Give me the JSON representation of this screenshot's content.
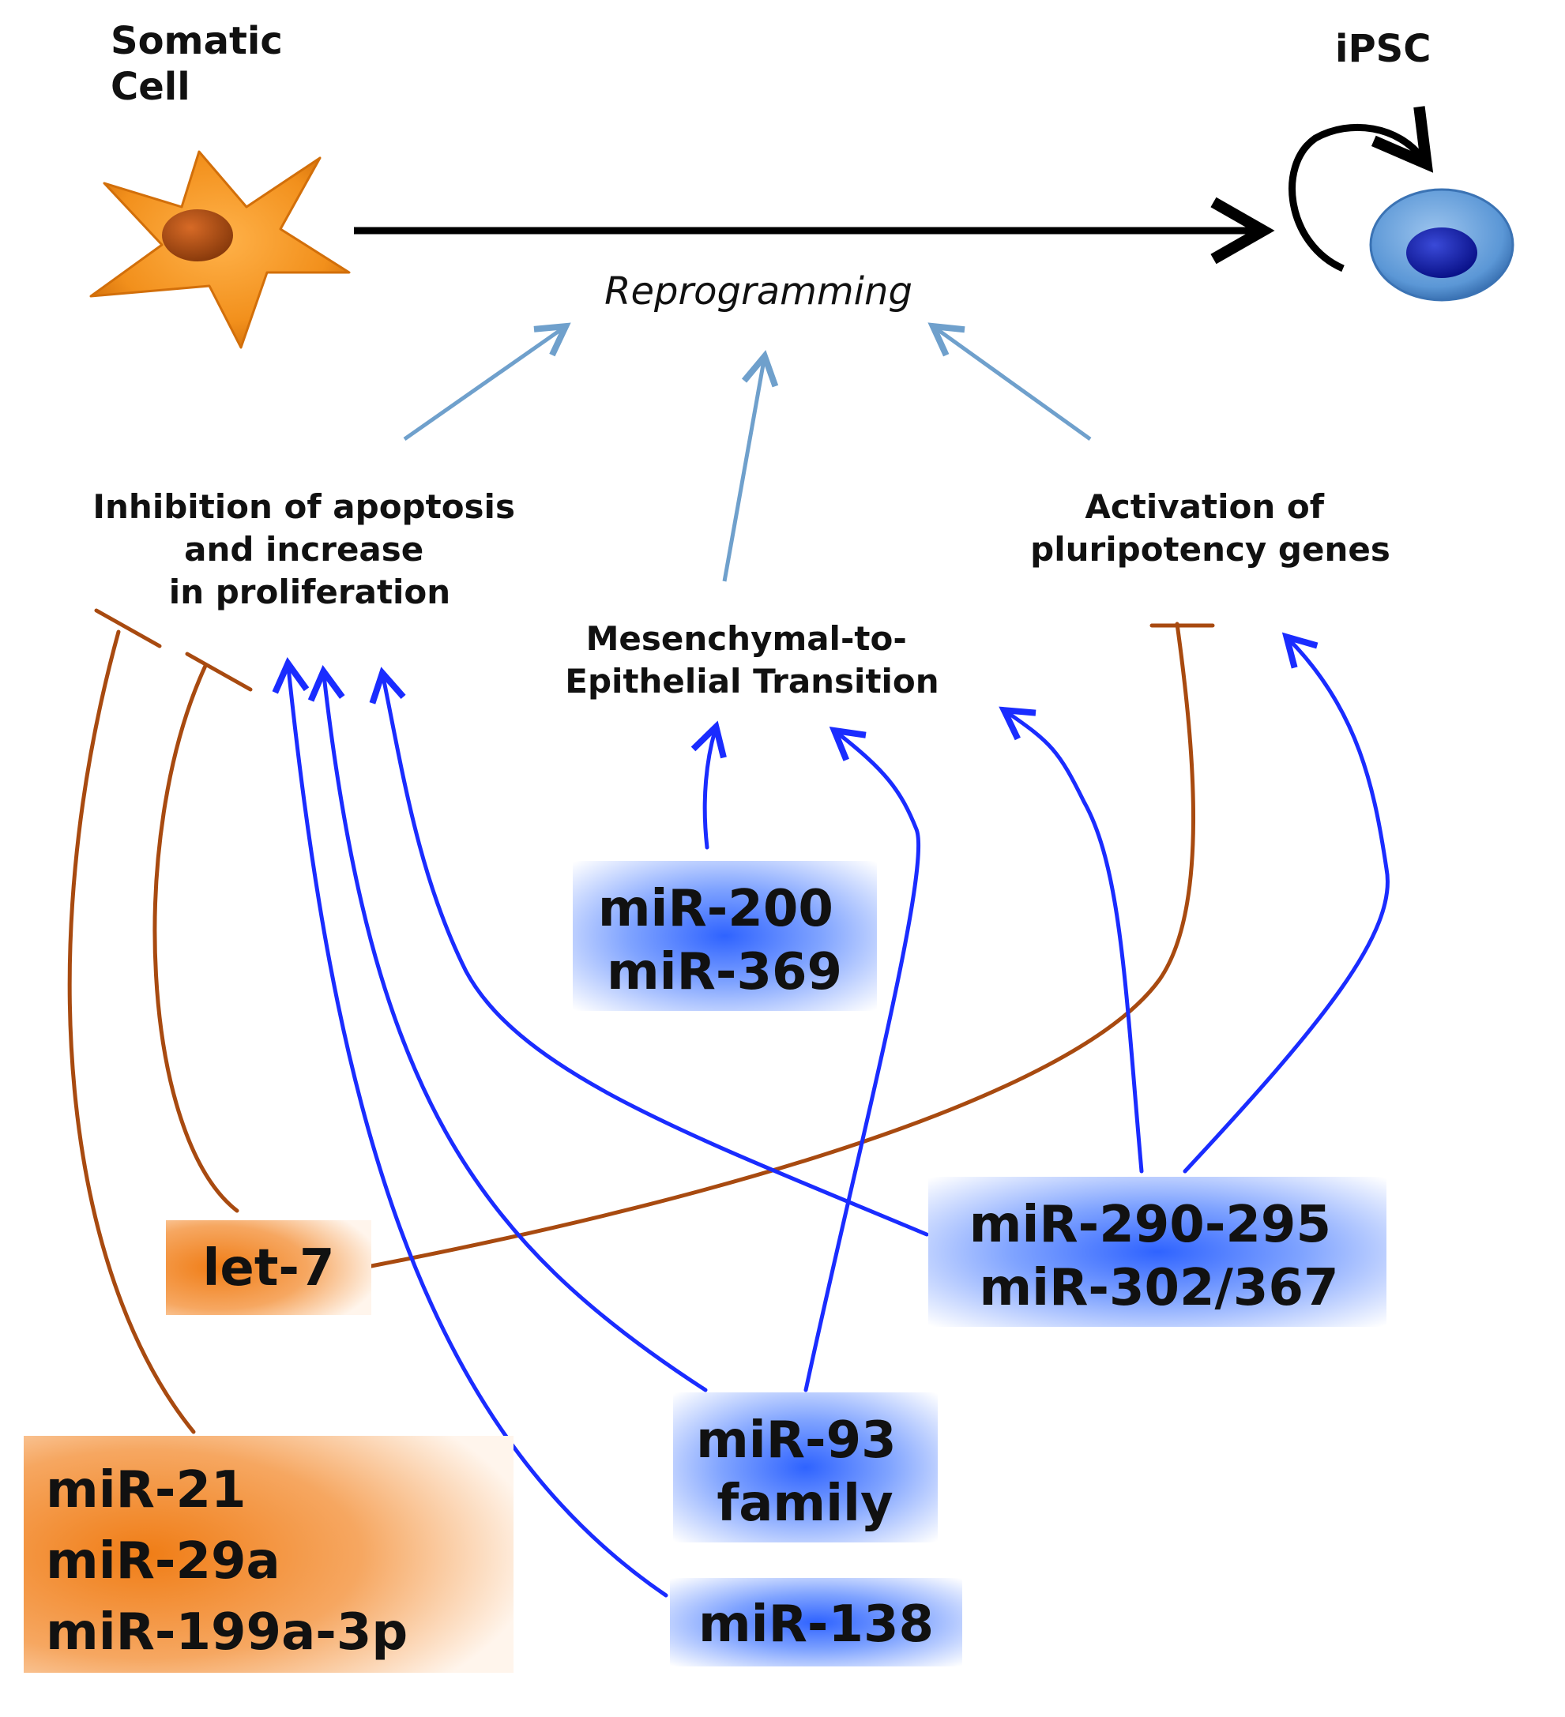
{
  "labels": {
    "somatic_cell_line1": "Somatic",
    "somatic_cell_line2": "Cell",
    "ipsc": "iPSC",
    "reprogramming": "Reprogramming",
    "apoptosis_line1": "Inhibition of apoptosis",
    "apoptosis_line2": "and increase",
    "apoptosis_line3": "in proliferation",
    "met_line1": "Mesenchymal-to-",
    "met_line2": "Epithelial Transition",
    "pluri_line1": "Activation of",
    "pluri_line2": "pluripotency genes"
  },
  "mirnas": {
    "mir200": [
      "miR-200",
      "miR-369"
    ],
    "mir290": [
      "miR-290-295",
      "miR-302/367"
    ],
    "let7": [
      "let-7"
    ],
    "mir93": [
      "miR-93",
      "family"
    ],
    "mir138": [
      "miR-138"
    ],
    "mir21": [
      "miR-21",
      "miR-29a",
      "miR-199a-3p"
    ]
  },
  "colors": {
    "activating": "#1a2cff",
    "inhibiting": "#a84a10",
    "process": "#6fa0cc",
    "main_arrow": "#000000",
    "somatic_cell": "#f29222",
    "ipsc_cell": "#5b97d6"
  }
}
